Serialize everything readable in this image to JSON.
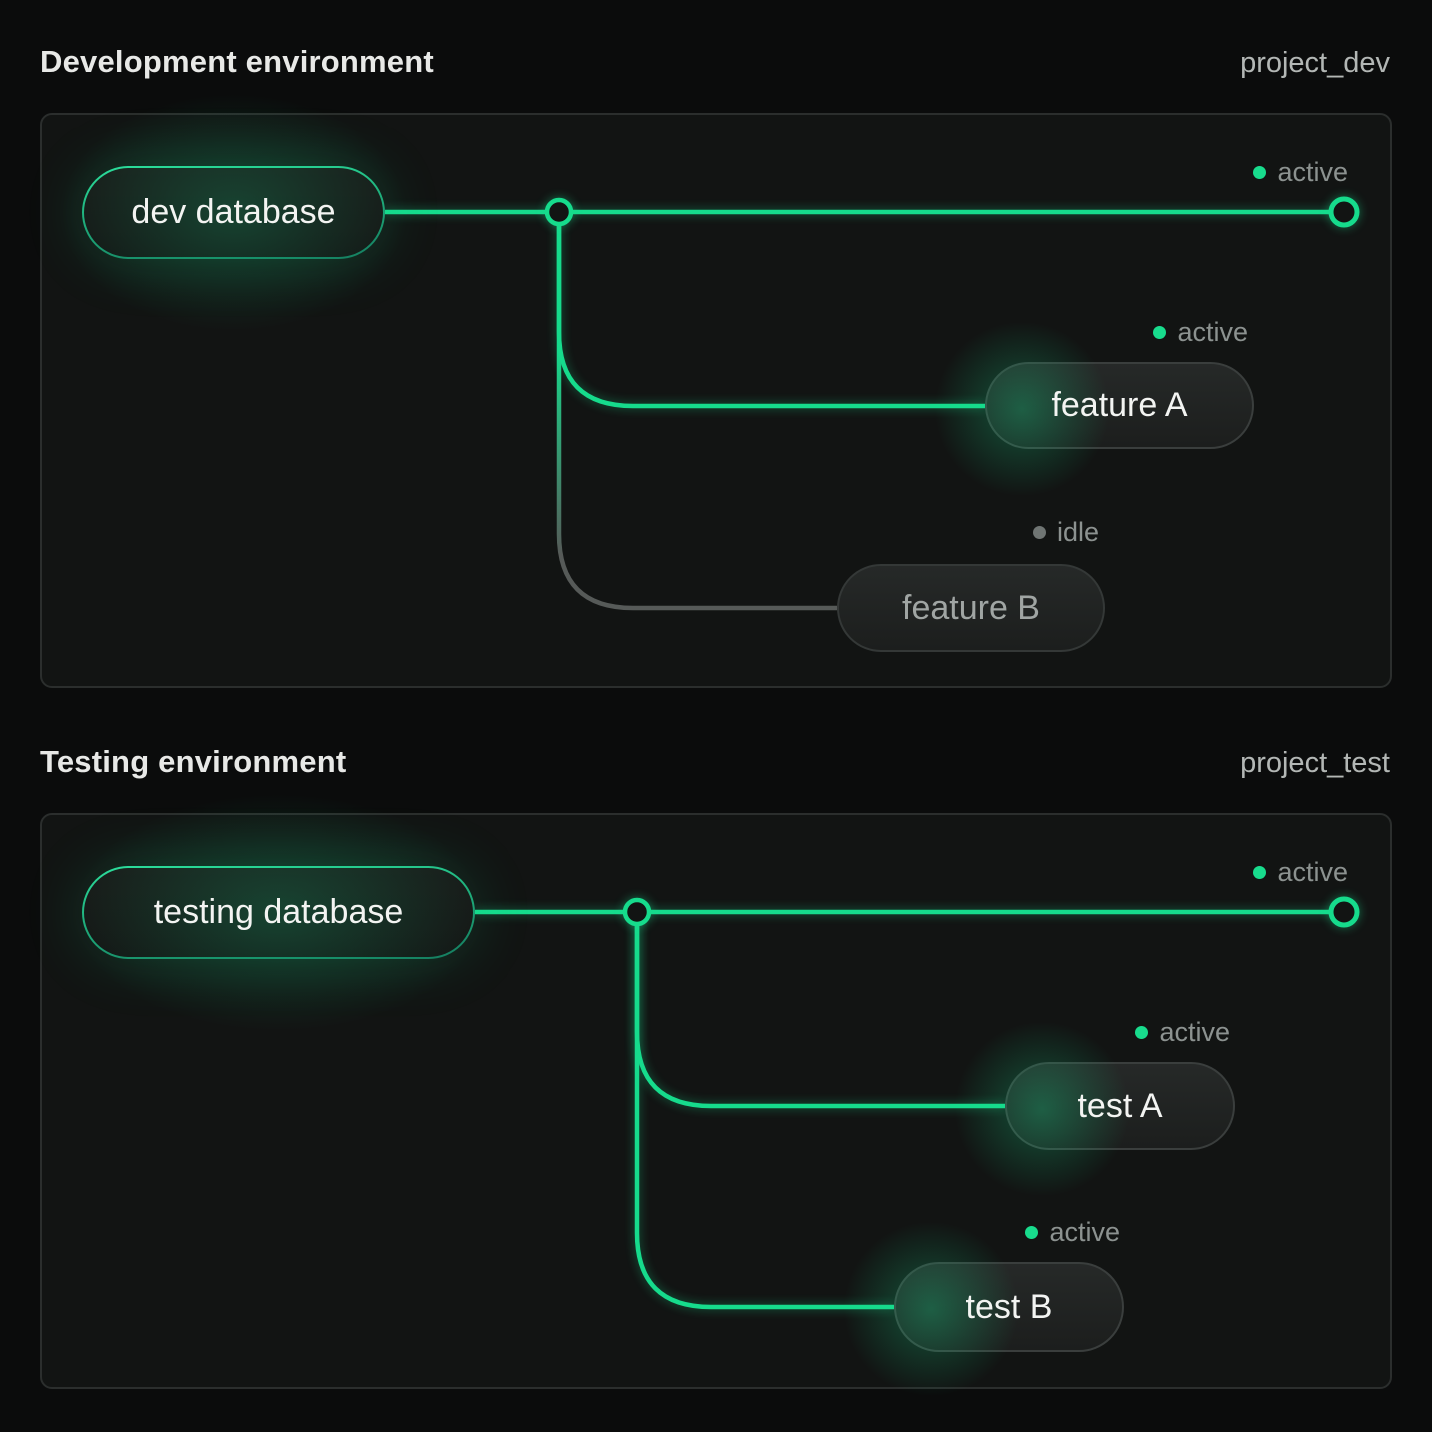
{
  "colors": {
    "accent_green": "#16db8c",
    "idle_gray": "#6f7573",
    "panel_bg": "#121413",
    "page_bg": "#0b0c0c"
  },
  "panels": [
    {
      "title": "Development environment",
      "project": "project_dev",
      "database": {
        "label": "dev database"
      },
      "main_branch": {
        "status": "active"
      },
      "branches": [
        {
          "label": "feature A",
          "status": "active"
        },
        {
          "label": "feature B",
          "status": "idle"
        }
      ]
    },
    {
      "title": "Testing environment",
      "project": "project_test",
      "database": {
        "label": "testing database"
      },
      "main_branch": {
        "status": "active"
      },
      "branches": [
        {
          "label": "test A",
          "status": "active"
        },
        {
          "label": "test B",
          "status": "active"
        }
      ]
    }
  ]
}
